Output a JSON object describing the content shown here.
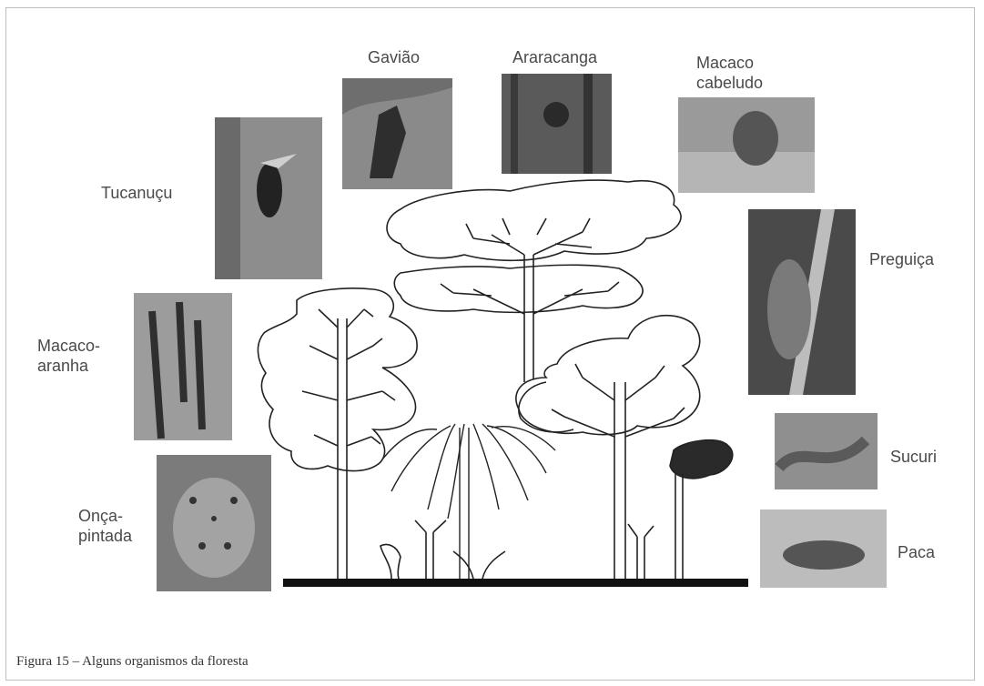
{
  "labels": {
    "gaviao": "Gavião",
    "araracanga": "Araracanga",
    "macaco_cabeludo": "Macaco\ncabeludo",
    "tucanucu": "Tucanuçu",
    "preguica": "Preguiça",
    "macaco_aranha": "Macaco-\naranha",
    "sucuri": "Sucuri",
    "onca_pintada": "Onça-\npintada",
    "paca": "Paca"
  },
  "caption": "Figura 15 – Alguns organismos da floresta"
}
